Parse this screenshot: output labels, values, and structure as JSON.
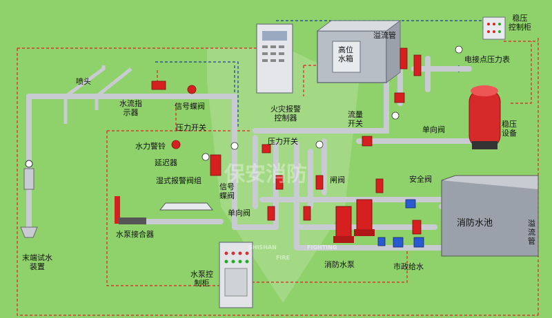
{
  "labels": {
    "sprinkler": "喷头",
    "flow_indicator": "水流指\n示器",
    "signal_butterfly_valve": "信号蝶阀",
    "pressure_switch": "压力开关",
    "fire_alarm_controller": "火灾报警\n控制器",
    "water_motor_gong": "水力警铃",
    "delay_device": "延迟器",
    "wet_alarm_valve": "湿式报警阀组",
    "signal_butterfly_valve_2": "信号\n蝶阀",
    "check_valve": "单向阀",
    "valve": "闸阀",
    "flow_switch": "流量\n开关",
    "safety_valve": "安全阀",
    "fire_pool": "消防水池",
    "overflow_pipe_vertical": "溢\n流\n管",
    "overflow_pipe": "溢流管",
    "high_tank": "高位\n水箱",
    "pressure_cabinet": "稳压\n控制柜",
    "contact_gauge": "电接点压力表",
    "stabilizing_equipment": "稳压\n设备",
    "pump_adapter": "水泵接合器",
    "end_test_device": "末端试水\n装置",
    "fire_pump": "消防水泵",
    "municipal_supply": "市政给水",
    "pump_cabinet": "水泵控\n制柜"
  },
  "watermark": {
    "text": "保安消防",
    "en1": "SHISHAN",
    "en2": "FIRE",
    "en3": "FIGHTING"
  },
  "colors": {
    "background": "#8fd16a",
    "pipe": "#c8ccd2",
    "signal_line": "#e02020",
    "control_line": "#1a3a9a",
    "valve": "#d62020",
    "check_valve": "#2a5ad0"
  }
}
